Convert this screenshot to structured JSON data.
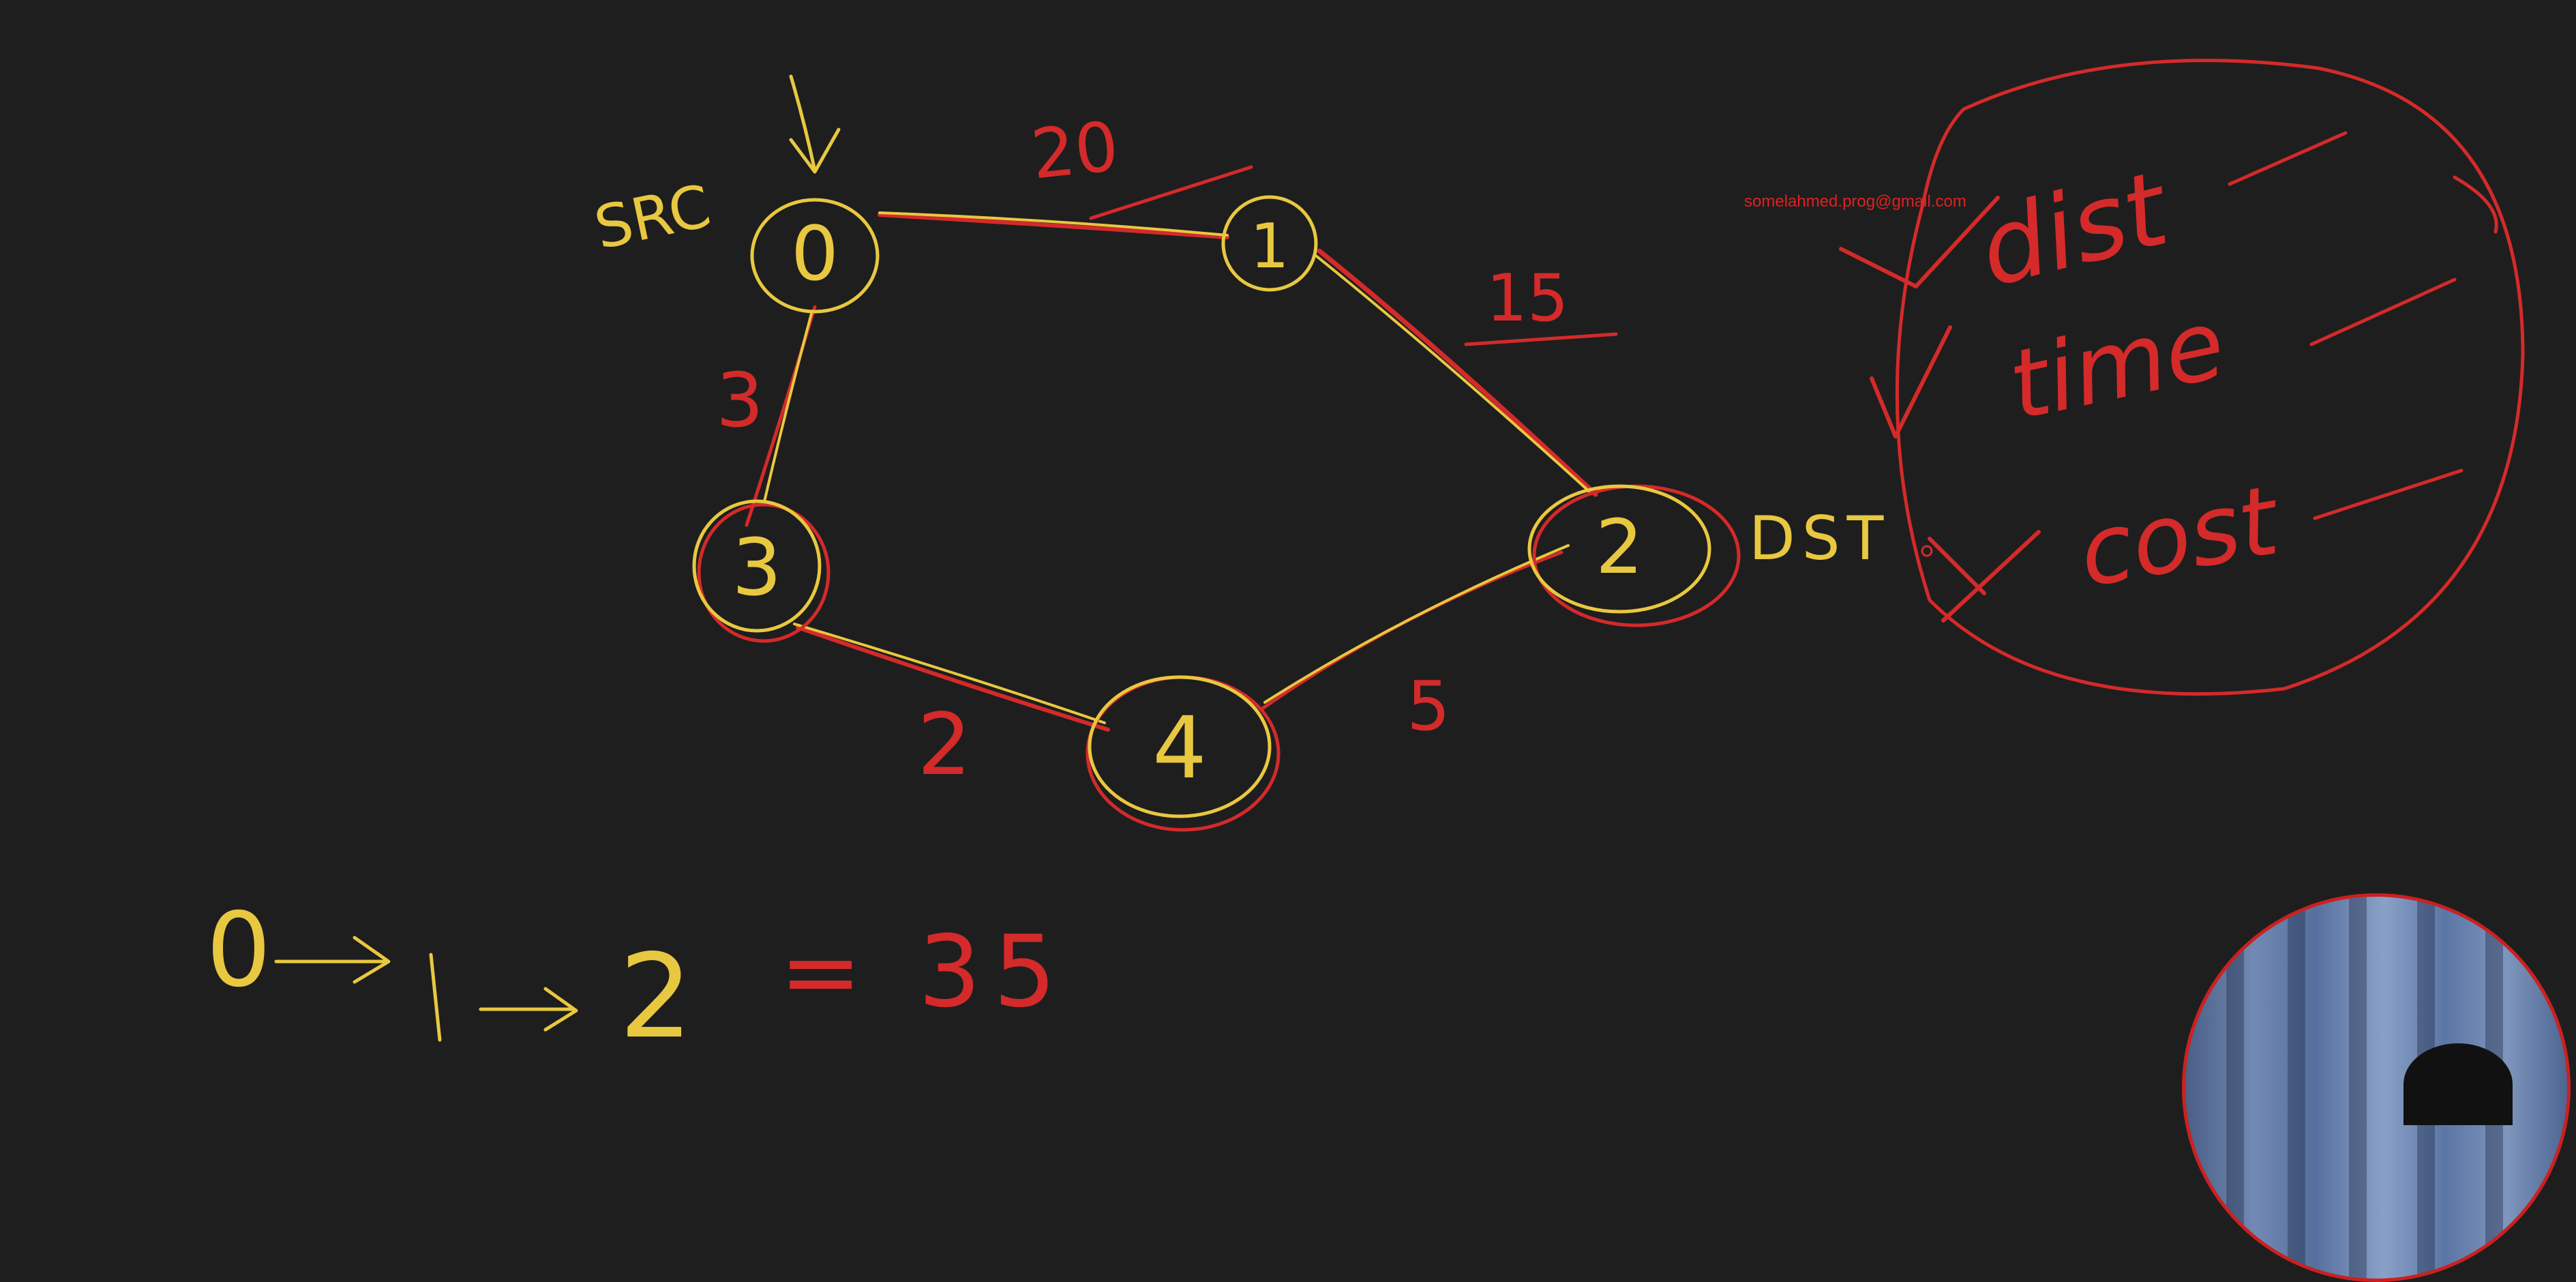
{
  "diagram": {
    "nodes": [
      {
        "id": "0",
        "label": "0",
        "color": "#e8c840"
      },
      {
        "id": "1",
        "label": "1",
        "color": "#e8c840"
      },
      {
        "id": "2",
        "label": "2",
        "color": "#e8c840"
      },
      {
        "id": "3",
        "label": "3",
        "color": "#e8c840"
      },
      {
        "id": "4",
        "label": "4",
        "color": "#e8c840"
      }
    ],
    "edges": [
      {
        "from": "0",
        "to": "1",
        "weight": "20"
      },
      {
        "from": "1",
        "to": "2",
        "weight": "15"
      },
      {
        "from": "0",
        "to": "3",
        "weight": "3"
      },
      {
        "from": "3",
        "to": "4",
        "weight": "2"
      },
      {
        "from": "4",
        "to": "2",
        "weight": "5"
      }
    ],
    "src_label": "SRC",
    "dst_label": "DST",
    "path_text": {
      "n0": "0",
      "n1": "1",
      "n2": "2",
      "total": "= 35"
    },
    "criteria": [
      "dist",
      "time",
      "cost"
    ],
    "colors": {
      "yellow": "#e8c840",
      "red": "#d42a2a",
      "background": "#1e1e1e"
    }
  },
  "overlay": {
    "email": "somelahmed.prog@gmail.com"
  }
}
